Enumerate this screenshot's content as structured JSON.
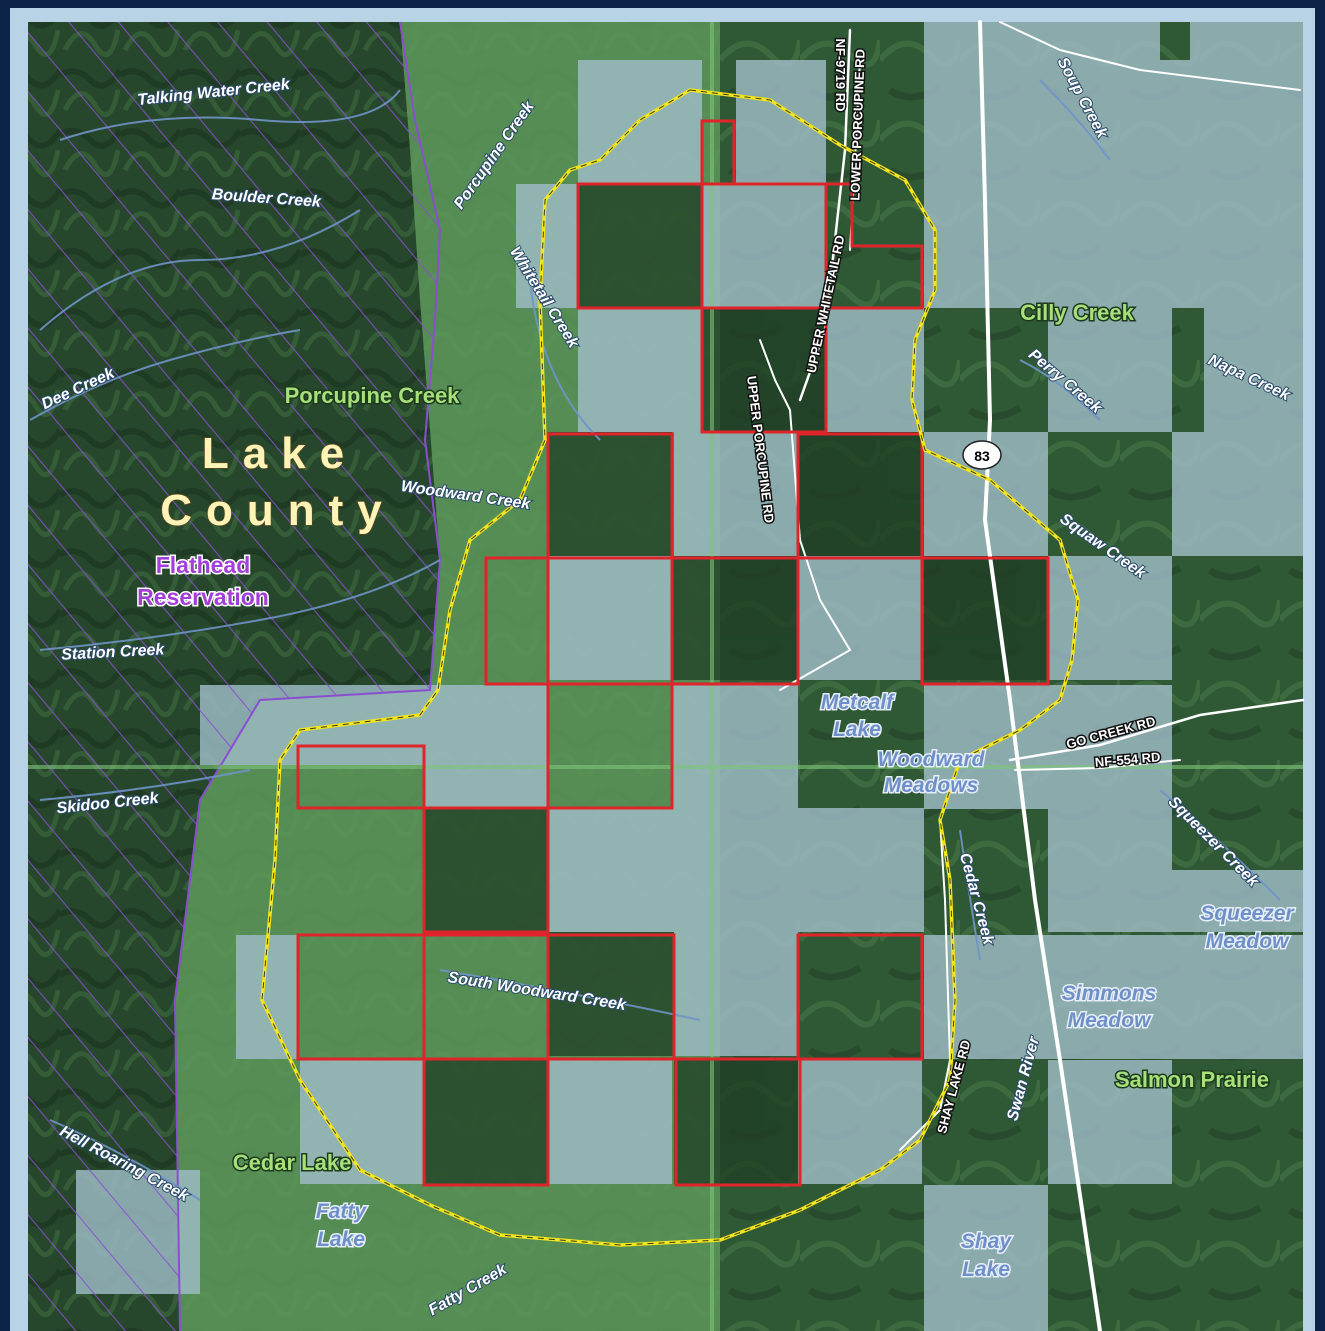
{
  "colors": {
    "frame_outer": "#0d2348",
    "frame_inner": "#b9d3e6",
    "forest_dark": "#1f3d24",
    "forest_mid": "#2f5b35",
    "meadow_green": "#5e9a5c",
    "light_parcel": "#9fbcc7",
    "parcel_border": "#e0242b",
    "project_boundary": "#f2e51d",
    "reservation_hatch": "#8a4fd0",
    "stream": "#6f94c8",
    "road": "#ffffff",
    "label_creek": "#ffffff",
    "label_water": "#dfe9f7",
    "label_place": "#a6e07a",
    "label_reservation": "#a23fd6",
    "label_county": "#fff4b8"
  },
  "labels": {
    "county": [
      "Lake",
      "County"
    ],
    "reservation": [
      "Flathead",
      "Reservation"
    ],
    "places": {
      "porcupine_creek": "Porcupine Creek",
      "cilly_creek": "Cilly Creek",
      "cedar_lake": "Cedar Lake",
      "salmon_prairie": "Salmon Prairie"
    },
    "water": {
      "metcalf_lake": [
        "Metcalf",
        "Lake"
      ],
      "woodward_meadows": [
        "Woodward",
        "Meadows"
      ],
      "squeezer_meadow": [
        "Squeezer",
        "Meadow"
      ],
      "simmons_meadow": [
        "Simmons",
        "Meadow"
      ],
      "fatty_lake": [
        "Fatty",
        "Lake"
      ],
      "shay_lake": [
        "Shay",
        "Lake"
      ]
    },
    "creeks": {
      "talking_water": "Talking Water Creek",
      "boulder": "Boulder Creek",
      "porcupine": "Porcupine Creek",
      "whitetail": "Whitetail Creek",
      "dee": "Dee Creek",
      "woodward": "Woodward Creek",
      "station": "Station Creek",
      "skidoo": "Skidoo Creek",
      "hell_roaring": "Hell Roaring Creek",
      "south_woodward": "South Woodward Creek",
      "fatty": "Fatty Creek",
      "soup": "Soup Creek",
      "perry": "Perry Creek",
      "napa": "Napa Creek",
      "squaw": "Squaw Creek",
      "squeezer": "Squeezer Creek",
      "cedar": "Cedar Creek",
      "swan_river": "Swan River"
    },
    "roads": {
      "nf9719": "NF-9719 RD",
      "lower_porcupine": "LOWER PORCUPINE RD",
      "upper_whitetail": "UPPER WHITETAIL RD",
      "upper_porcupine": "UPPER PORCUPINE RD",
      "go_creek": "GO CREEK RD",
      "nf554": "NF-554 RD",
      "shay_lake": "SHAY LAKE RD"
    },
    "highway": "83"
  }
}
